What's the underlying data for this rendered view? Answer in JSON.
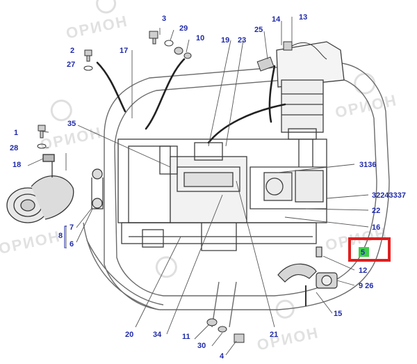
{
  "colors": {
    "label": "#1f2aa8",
    "line": "#4a4a4a",
    "watermark": "#d9d9d9",
    "highlight_box": "#e01e1e",
    "highlight_fill": "#3fcf4a"
  },
  "watermark": {
    "text": "ОРИОН",
    "icon": "gear-logo-icon"
  },
  "callouts": [
    {
      "id": "c3",
      "text": "3"
    },
    {
      "id": "c29",
      "text": "29"
    },
    {
      "id": "c10",
      "text": "10"
    },
    {
      "id": "c2",
      "text": "2"
    },
    {
      "id": "c27",
      "text": "27"
    },
    {
      "id": "c17",
      "text": "17"
    },
    {
      "id": "c19",
      "text": "19"
    },
    {
      "id": "c23",
      "text": "23"
    },
    {
      "id": "c25",
      "text": "25"
    },
    {
      "id": "c14",
      "text": "14"
    },
    {
      "id": "c13",
      "text": "13"
    },
    {
      "id": "c35",
      "text": "35"
    },
    {
      "id": "c1",
      "text": "1"
    },
    {
      "id": "c28",
      "text": "28"
    },
    {
      "id": "c18",
      "text": "18"
    },
    {
      "id": "c3136",
      "text": "3136"
    },
    {
      "id": "c32243337",
      "text": "32243337"
    },
    {
      "id": "c22",
      "text": "22"
    },
    {
      "id": "c16",
      "text": "16"
    },
    {
      "id": "c7",
      "text": "7"
    },
    {
      "id": "c8",
      "text": "8"
    },
    {
      "id": "c6",
      "text": "6"
    },
    {
      "id": "c12",
      "text": "12"
    },
    {
      "id": "c926",
      "text": "9 26"
    },
    {
      "id": "c15",
      "text": "15"
    },
    {
      "id": "c20",
      "text": "20"
    },
    {
      "id": "c34",
      "text": "34"
    },
    {
      "id": "c11",
      "text": "11"
    },
    {
      "id": "c21",
      "text": "21"
    },
    {
      "id": "c30",
      "text": "30"
    },
    {
      "id": "c4",
      "text": "4"
    }
  ],
  "highlighted": {
    "text": "5"
  }
}
